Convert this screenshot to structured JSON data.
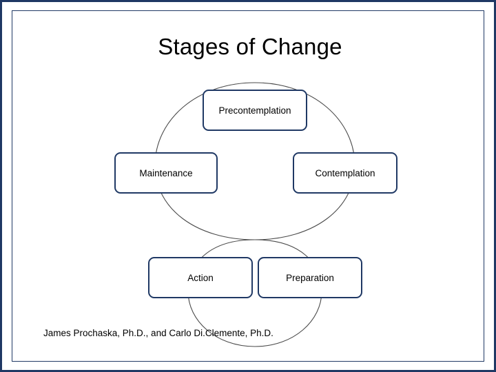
{
  "slide": {
    "title": "Stages of Change",
    "credit": "James Prochaska, Ph.D., and Carlo Di.Clemente, Ph.D.",
    "border_color": "#1F3864",
    "node_border_color": "#1F3864",
    "background_color": "#FFFFFF",
    "text_color": "#000000"
  },
  "diagram": {
    "type": "cycle",
    "nodes": [
      {
        "id": "precontemplation",
        "label": "Precontemplation"
      },
      {
        "id": "maintenance",
        "label": "Maintenance"
      },
      {
        "id": "contemplation",
        "label": "Contemplation"
      },
      {
        "id": "action",
        "label": "Action"
      },
      {
        "id": "preparation",
        "label": "Preparation"
      }
    ]
  }
}
